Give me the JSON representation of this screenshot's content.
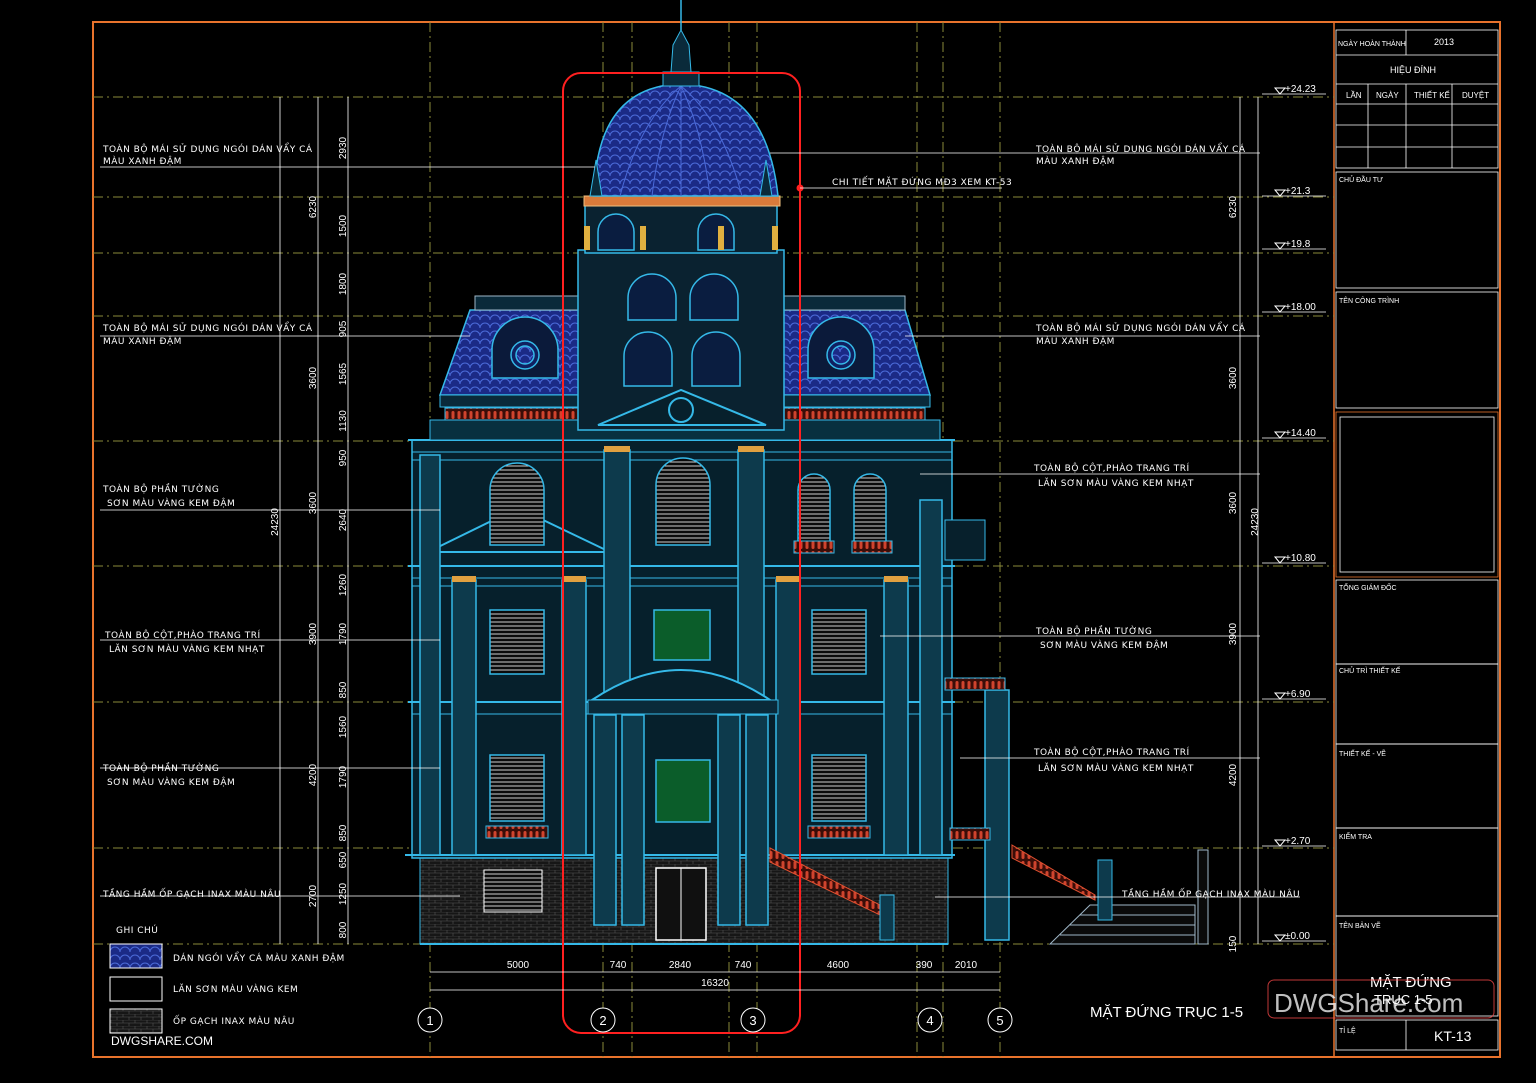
{
  "annotations_left": [
    [
      "TOÀN BỘ MÁI SỬ DỤNG NGÓI DÁN VẨY CÁ",
      "MÀU XANH ĐẬM"
    ],
    [
      "TOÀN BỘ MÁI SỬ DỤNG NGÓI DÁN VẨY CÁ",
      "MÀU XANH ĐẬM"
    ],
    [
      "TOÀN BỘ PHẦN TƯỜNG",
      "SƠN MÀU VÀNG KEM ĐẬM"
    ],
    [
      "TOÀN BỘ CỘT,PHÀO TRANG TRÍ",
      "LĂN SƠN MÀU VÀNG KEM NHẠT"
    ],
    [
      "TOÀN BỘ PHẦN TƯỜNG",
      "SƠN MÀU VÀNG KEM ĐẬM"
    ],
    [
      "TẦNG HẦM ỐP GẠCH INAX MÀU NÂU",
      ""
    ]
  ],
  "annotations_right": [
    [
      "TOÀN BỘ MÁI SỬ DỤNG NGÓI DÁN VẨY CÁ",
      "MÀU XANH ĐẬM"
    ],
    [
      "TOÀN BỘ MÁI SỬ DỤNG NGÓI DÁN VẨY CÁ",
      "MÀU XANH ĐẬM"
    ],
    [
      "TOÀN BỘ CỘT,PHÀO TRANG TRÍ",
      "LĂN SƠN MÀU VÀNG KEM NHẠT"
    ],
    [
      "TOÀN BỘ PHẦN TƯỜNG",
      "SƠN MÀU VÀNG KEM ĐẬM"
    ],
    [
      "TOÀN BỘ CỘT,PHÀO TRANG TRÍ",
      "LĂN SƠN MÀU VÀNG KEM NHẠT"
    ],
    [
      "TẦNG HẦM ỐP GẠCH INAX MÀU NÂU",
      ""
    ]
  ],
  "detail_callout": "CHI TIẾT MẶT ĐỨNG MĐ3 XEM KT-53",
  "levels": [
    "+24.23",
    "+21.3",
    "+19.8",
    "+18.00",
    "+14.40",
    "+10.80",
    "+6.90",
    "+2.70",
    "±0.00"
  ],
  "dims_left_inner": [
    "2930",
    "1500",
    "1800",
    "905",
    "1565",
    "1130",
    "950",
    "2640",
    "1260",
    "1790",
    "850",
    "1560",
    "1790",
    "850",
    "650",
    "1250",
    "800"
  ],
  "dims_left_mid": [
    "6230",
    "3600",
    "3600",
    "3900",
    "4200",
    "2700"
  ],
  "dims_right_mid": [
    "6230",
    "3600",
    "3600",
    "3900",
    "4200",
    "150"
  ],
  "dims_total": "24230",
  "dims_bottom": [
    "5000",
    "740",
    "2840",
    "740",
    "4600",
    "390",
    "2010"
  ],
  "dims_bottom_total": "16320",
  "axes": [
    "1",
    "2",
    "3",
    "4",
    "5"
  ],
  "drawing_title": "MẶT ĐỨNG TRỤC 1-5",
  "legend": {
    "heading": "GHI CHÚ",
    "items": [
      "DÁN NGÓI VẨY CÁ MÀU XANH ĐẬM",
      "LĂN SƠN MÀU VÀNG KEM",
      "ỐP GẠCH INAX MÀU NÂU"
    ]
  },
  "watermark_left": "DWGSHARE.COM",
  "watermark_right": "DWGShare.com",
  "title_block": {
    "completion_label": "NGÀY HOÀN THÀNH",
    "year": "2013",
    "revision_label": "HIỆU ĐÍNH",
    "rev_cols": [
      "LẦN",
      "NGÀY",
      "THIẾT KẾ",
      "DUYỆT"
    ],
    "investor": "CHỦ ĐẦU TƯ",
    "project": "TÊN CÔNG TRÌNH",
    "director": "TỔNG GIÁM ĐỐC",
    "chief_designer": "CHỦ TRÌ THIẾT KẾ",
    "designer": "THIẾT KẾ - VẼ",
    "checker": "KIỂM TRA",
    "drawing_name_label": "TÊN BẢN VẼ",
    "drawing_name": [
      "MẶT ĐỨNG",
      "TRỤC 1-5"
    ],
    "scale_label": "TỈ LỆ",
    "sheet_no": "KT-13"
  },
  "colors": {
    "roof_blue": "#1f2f8f",
    "facade_cyan": "#35b9e8",
    "frame_orange": "#e8732c",
    "grid_olive": "#8a8a3a",
    "callout_red": "#ff2020",
    "balustrade_red": "#c0392b"
  }
}
